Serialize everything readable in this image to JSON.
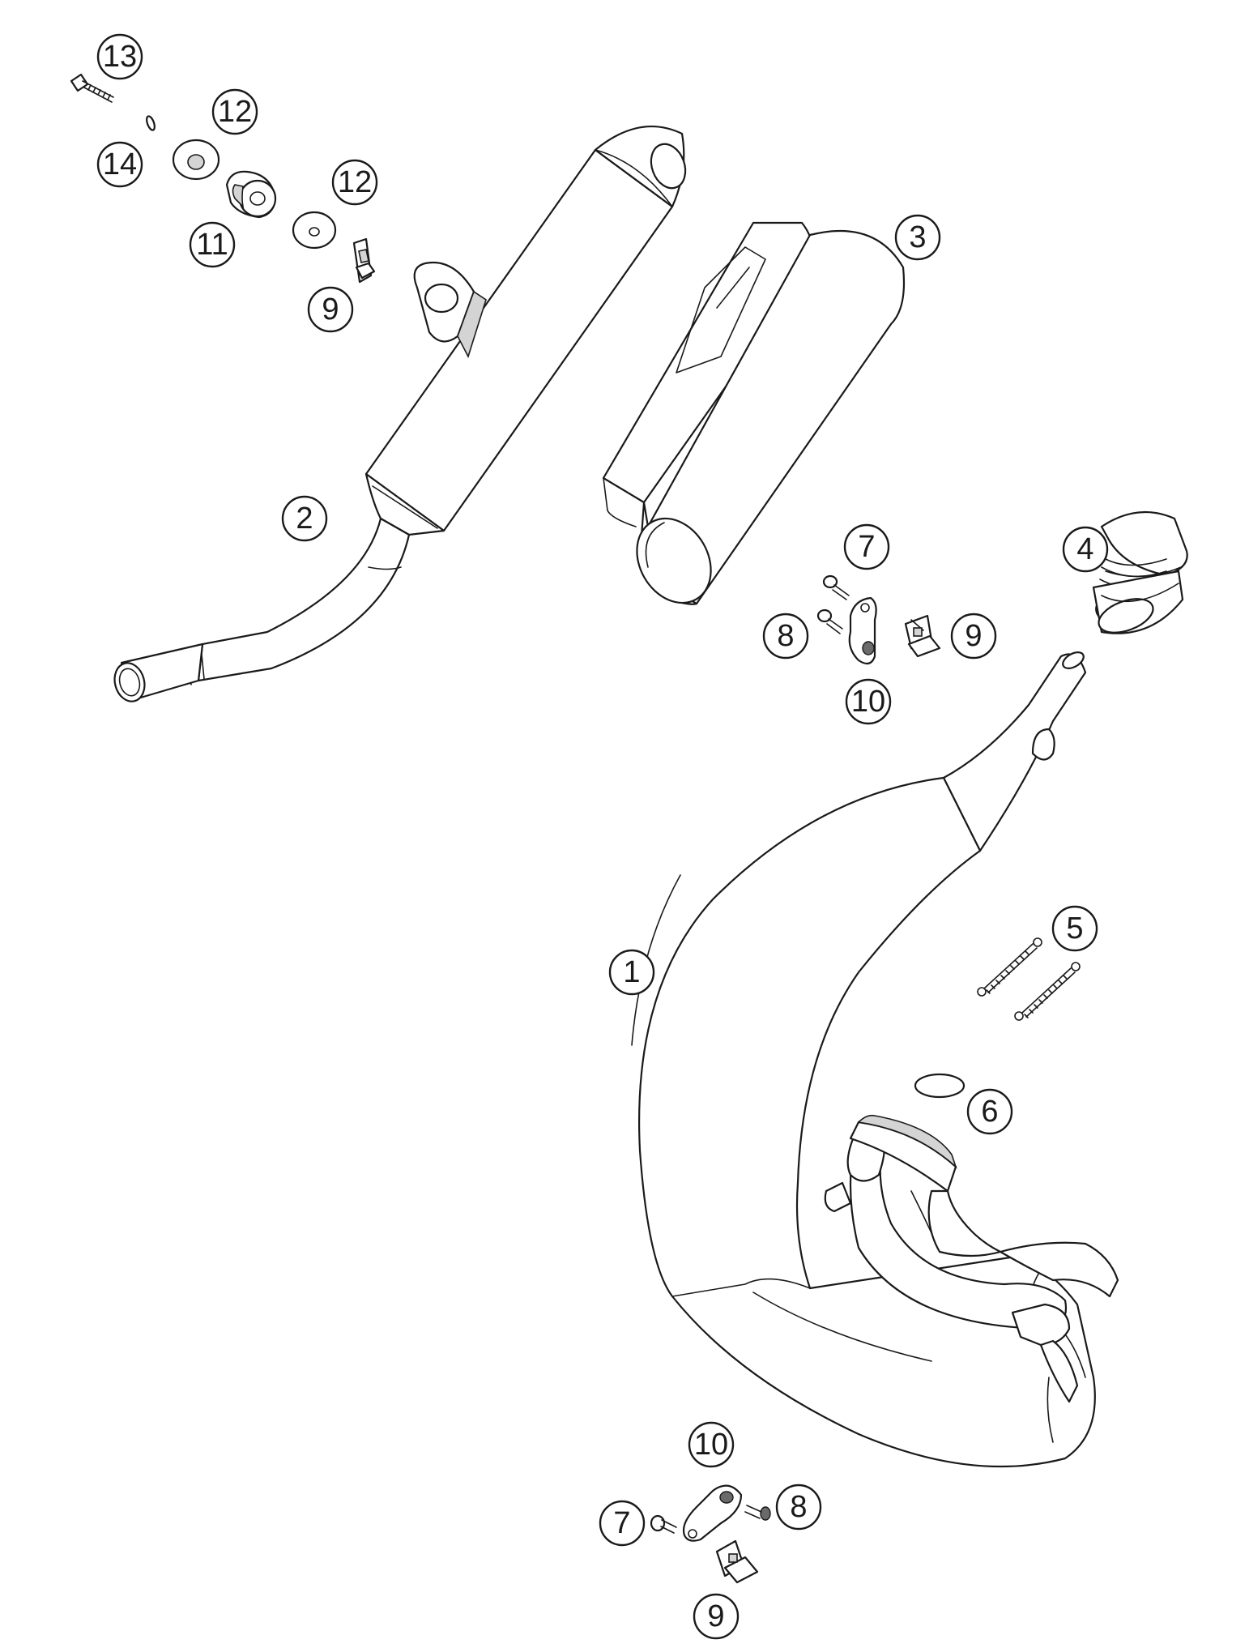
{
  "callouts": [
    {
      "id": "c13",
      "label": "13"
    },
    {
      "id": "c12a",
      "label": "12"
    },
    {
      "id": "c14",
      "label": "14"
    },
    {
      "id": "c12b",
      "label": "12"
    },
    {
      "id": "c11",
      "label": "11"
    },
    {
      "id": "c9a",
      "label": "9"
    },
    {
      "id": "c3",
      "label": "3"
    },
    {
      "id": "c2",
      "label": "2"
    },
    {
      "id": "c7a",
      "label": "7"
    },
    {
      "id": "c4",
      "label": "4"
    },
    {
      "id": "c8a",
      "label": "8"
    },
    {
      "id": "c9b",
      "label": "9"
    },
    {
      "id": "c10a",
      "label": "10"
    },
    {
      "id": "c5",
      "label": "5"
    },
    {
      "id": "c1",
      "label": "1"
    },
    {
      "id": "c6",
      "label": "6"
    },
    {
      "id": "c10b",
      "label": "10"
    },
    {
      "id": "c7b",
      "label": "7"
    },
    {
      "id": "c8b",
      "label": "8"
    },
    {
      "id": "c9c",
      "label": "9"
    }
  ]
}
